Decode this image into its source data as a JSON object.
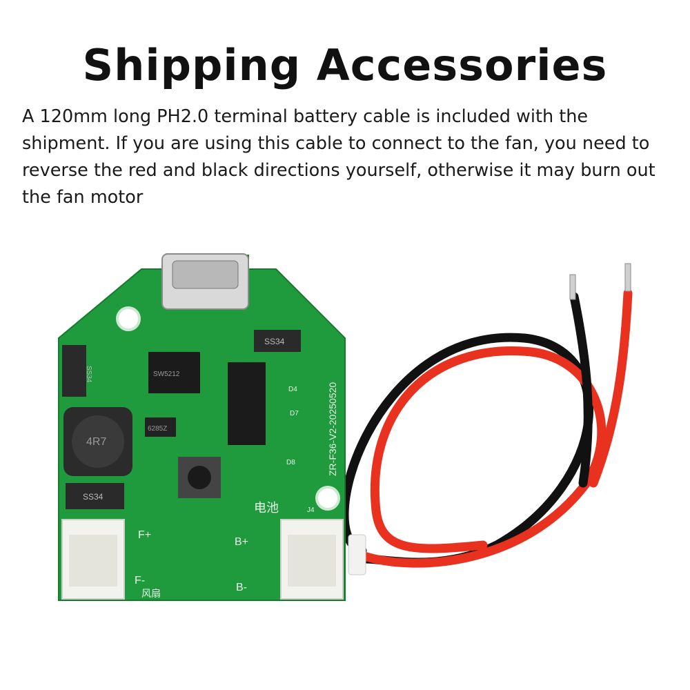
{
  "title": "Shipping Accessories",
  "description": "A 120mm long PH2.0 terminal battery cable is included with the shipment. If you are using this cable to connect to the fan, you need to reverse the red and black directions yourself, otherwise it may burn out the fan motor",
  "board": {
    "model_text": "ZR-F36-V2-20250520",
    "ic_text": "SW5212",
    "inductor_text": "4R7",
    "diode_text": "SS34",
    "chip_small_text": "6285Z",
    "battery_label": "电池",
    "fan_label": "风扇",
    "pad_f_plus": "F+",
    "pad_f_minus": "F-",
    "pad_b_plus": "B+",
    "pad_b_minus": "B-",
    "led_d4": "D4",
    "led_d7": "D7",
    "led_d8": "D8",
    "connector_j4": "J4"
  },
  "colors": {
    "pcb": "#1f9a3c",
    "wire_red": "#e8321f",
    "wire_black": "#1a1a1a"
  }
}
